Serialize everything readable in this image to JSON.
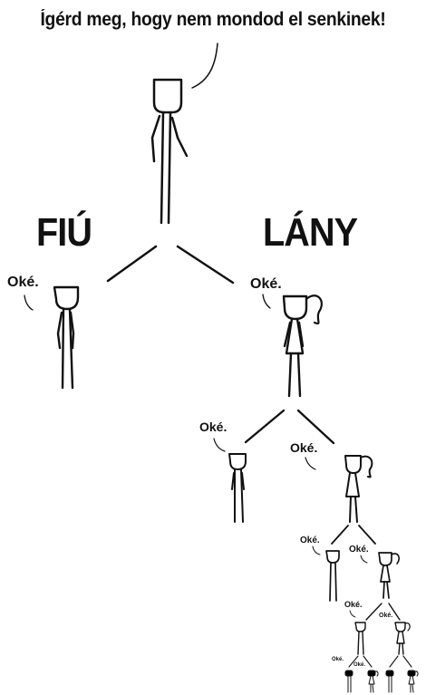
{
  "title": "Ígérd meg, hogy nem mondod el senkinek!",
  "boy_label": "FIÚ",
  "girl_label": "LÁNY",
  "replies": [
    "Oké.",
    "Oké.",
    "Oké.",
    "Oké.",
    "Oké.",
    "Oké.",
    "Oké.",
    "Oké.",
    "Oké.",
    "Oké."
  ],
  "ink_color": "#111111"
}
